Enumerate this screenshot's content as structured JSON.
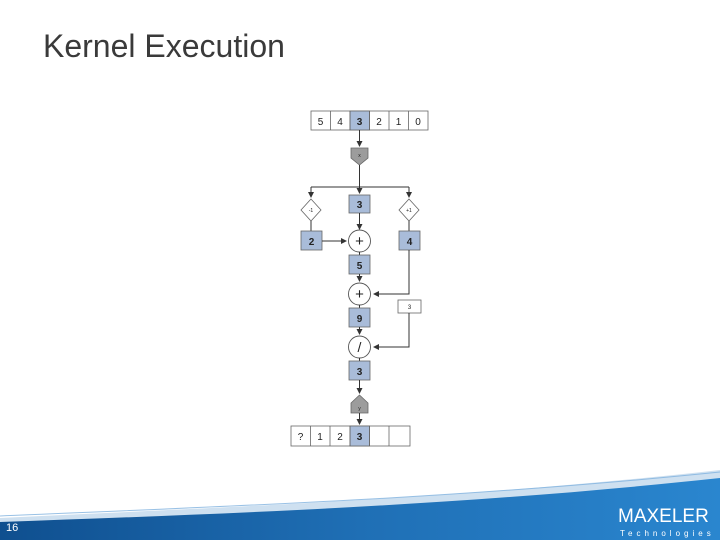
{
  "slide": {
    "title": "Kernel Execution",
    "number": "16"
  },
  "diagram": {
    "input_stream": [
      "5",
      "4",
      "3",
      "2",
      "1",
      "0"
    ],
    "input_highlight_index": 2,
    "input_node_label": "x",
    "offset_left_label": "-1",
    "offset_right_label": "+1",
    "wire_center_value": "3",
    "wire_left_value": "2",
    "wire_right_value": "4",
    "op1": "+",
    "sum1_value": "5",
    "op2": "+",
    "sum2_value": "9",
    "constant": "3",
    "op3": "/",
    "result_value": "3",
    "output_node_label": "y",
    "output_stream": [
      "?",
      "1",
      "2",
      "3",
      "",
      ""
    ],
    "output_highlight_index": 3
  },
  "logo": {
    "word": "MAXELER",
    "subtitle": "Technologies"
  },
  "colors": {
    "highlight": "#a9bcd9",
    "node_gray": "#9c9c9c",
    "brand_blue": "#2a7fc6"
  }
}
